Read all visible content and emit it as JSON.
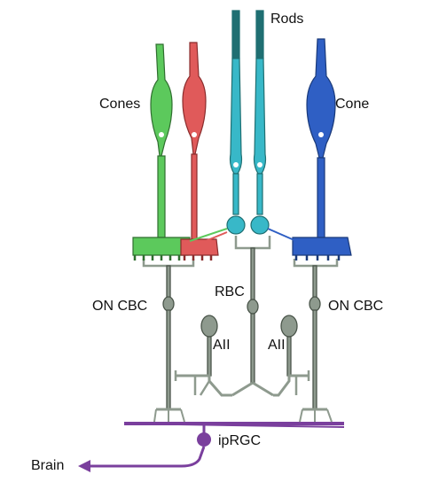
{
  "labels": {
    "rods": "Rods",
    "cones": "Cones",
    "cone": "Cone",
    "rbc": "RBC",
    "on_cbc_left": "ON CBC",
    "on_cbc_right": "ON CBC",
    "aii_left": "AII",
    "aii_right": "AII",
    "iprgc": "ipRGC",
    "brain": "Brain"
  },
  "colors": {
    "green_cone": "#5cc95c",
    "red_cone": "#e05a5a",
    "rod": "#38b8c8",
    "rod_tip": "#1f6f72",
    "blue_cone": "#2f5fc4",
    "bipolar": "#8e9a8e",
    "iprgc": "#7a3f9d"
  }
}
